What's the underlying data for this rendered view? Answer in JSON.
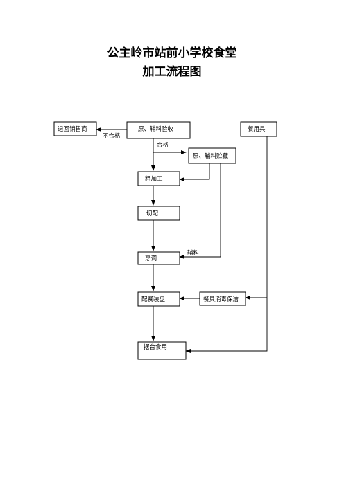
{
  "title": {
    "line1": "公主岭市站前小学校食堂",
    "line2": "加工流程图"
  },
  "nodes": {
    "return_supplier": "退回销售商",
    "inspection": "原、辅料验收",
    "tableware": "餐用具",
    "storage": "原、辅料贮藏",
    "rough_processing": "粗加工",
    "cutting": "切配",
    "cooking": "烹调",
    "plating": "配餐装盘",
    "disinfection": "餐具消毒保洁",
    "serving": "摆台食用"
  },
  "edge_labels": {
    "unqualified": "不合格",
    "qualified": "合格",
    "auxiliary": "辅料"
  }
}
